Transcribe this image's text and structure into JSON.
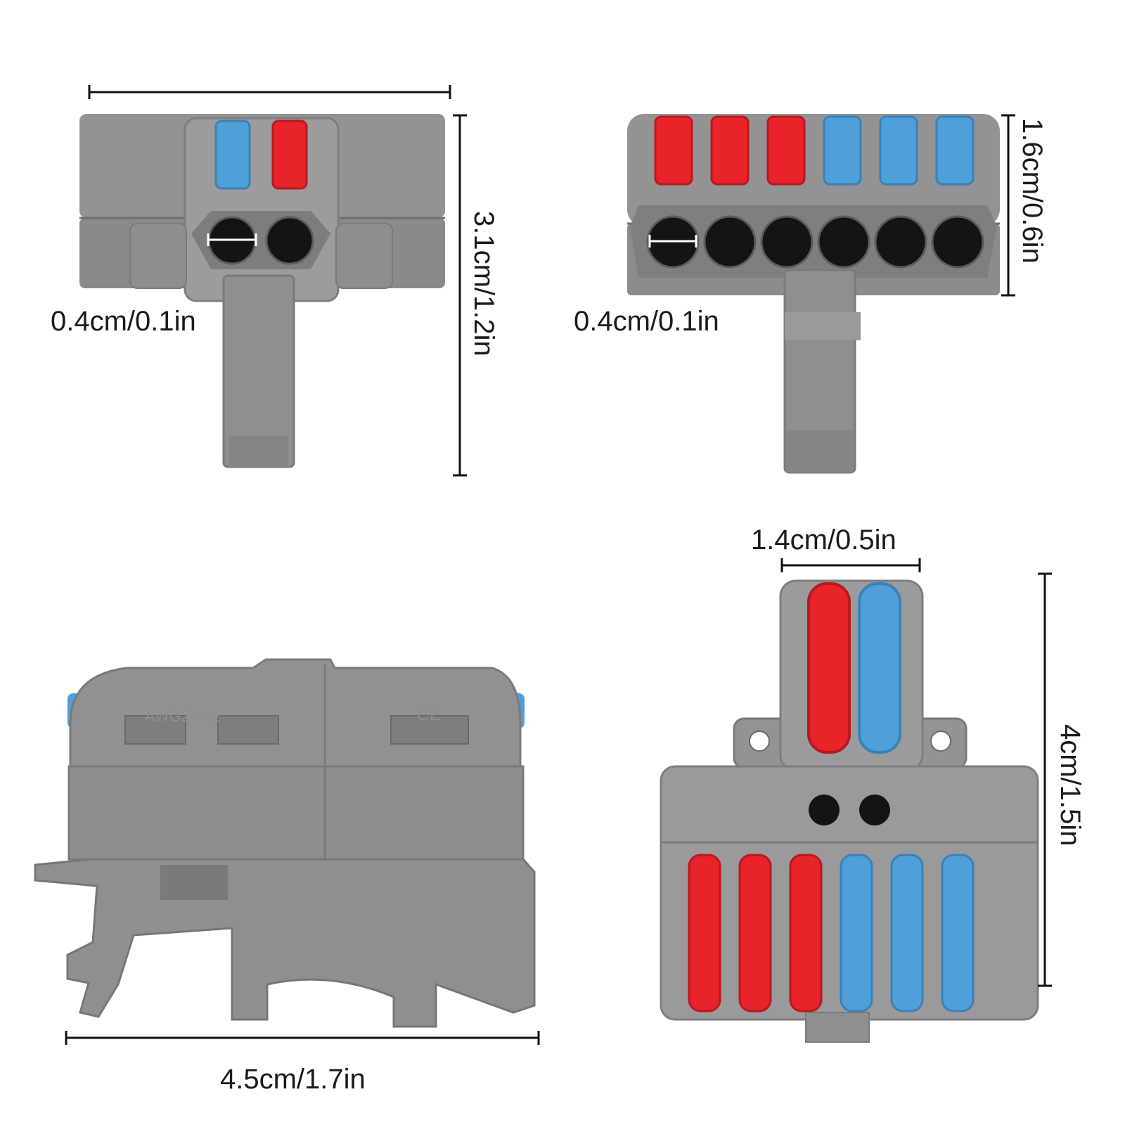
{
  "colors": {
    "housing": "#8d8d8d",
    "housing_light": "#a3a3a3",
    "housing_dark": "#767676",
    "lever_red": "#e8232a",
    "lever_blue": "#4f9fd8",
    "hole": "#141414",
    "dimension_line": "#111111"
  },
  "icons": {
    "lever": "lever-icon",
    "wire-hole": "wire-hole-icon",
    "dimension-line": "dimension-line-icon"
  },
  "views": {
    "front": {
      "hole_width_label": "0.4cm/0.1in",
      "height_label": "3.1cm/1.2in"
    },
    "back": {
      "hole_width_label": "0.4cm/0.1in",
      "height_label": "1.6cm/0.6in"
    },
    "side": {
      "width_label": "4.5cm/1.7in",
      "marking_awg": "AWG24-12",
      "marking_ce": "CE"
    },
    "top": {
      "width_label": "1.4cm/0.5in",
      "height_label": "4cm/1.5in"
    }
  }
}
